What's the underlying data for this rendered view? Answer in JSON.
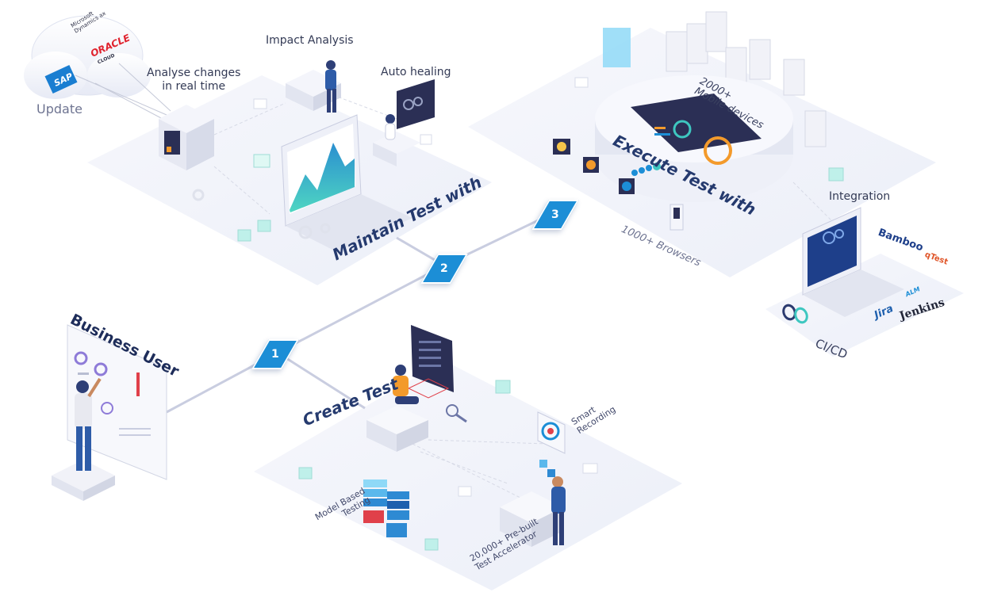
{
  "labels": {
    "update": "Update",
    "analyse": "Analyse changes\nin real time",
    "impact": "Impact Analysis",
    "auto_healing": "Auto healing",
    "integration": "Integration",
    "cicd": "CI/CD"
  },
  "titles": {
    "maintain": "Maintain Test with",
    "execute": "Execute Test with",
    "create": "Create Test",
    "business_user": "Business User"
  },
  "stats": {
    "mobile": "2000+\nMobile devices",
    "browsers": "1000+ Browsers"
  },
  "features": {
    "smart_recording": "Smart\nRecording",
    "model_based": "Model Based\nTesting",
    "accelerator": "20,000+ Pre-built\nTest Accelerator"
  },
  "steps": [
    "1",
    "2",
    "3"
  ],
  "brands": {
    "microsoft": "Microsoft\nDynamics ax",
    "oracle": "ORACLE",
    "cloud": "CLOUD",
    "sap": "SAP",
    "bamboo": "Bamboo",
    "qtest": "qTest",
    "jira": "Jira",
    "hp_alm": "ALM",
    "jenkins": "Jenkins"
  },
  "colors": {
    "accent_blue": "#1c8ed6",
    "platform": "#f1f3fa",
    "title_navy": "#253a6e",
    "orange": "#f39a2b",
    "red": "#e0404a",
    "teal": "#3ec7c0"
  }
}
